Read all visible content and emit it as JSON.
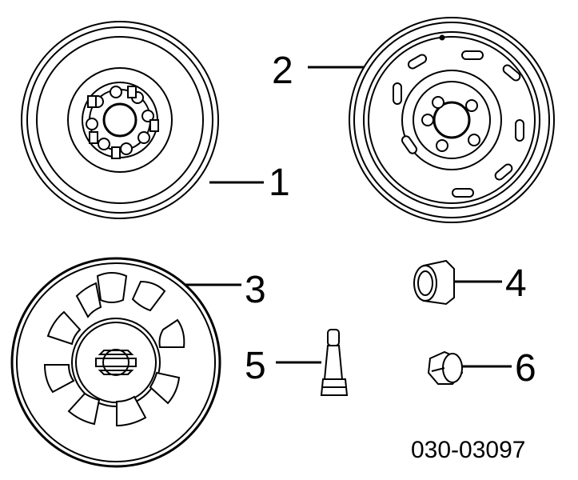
{
  "diagram": {
    "parts": [
      {
        "number": "1",
        "icon": "wheel-rim-icon"
      },
      {
        "number": "2",
        "icon": "steel-wheel-icon"
      },
      {
        "number": "3",
        "icon": "hubcap-icon"
      },
      {
        "number": "4",
        "icon": "lug-nut-cap-icon"
      },
      {
        "number": "5",
        "icon": "valve-stem-icon"
      },
      {
        "number": "6",
        "icon": "lug-nut-icon"
      }
    ],
    "part_code": "030-03097"
  }
}
